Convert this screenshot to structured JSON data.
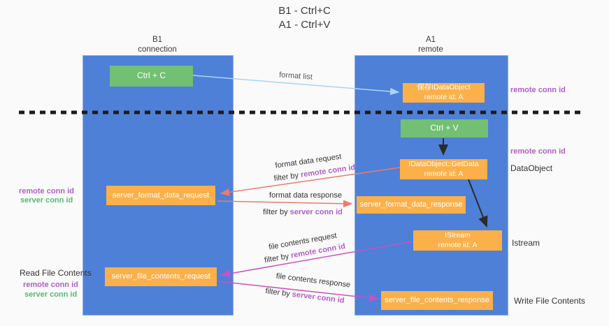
{
  "title": {
    "line1": "B1 - Ctrl+C",
    "line2": "A1 - Ctrl+V"
  },
  "columns": {
    "left": {
      "name": "B1",
      "role": "connection"
    },
    "right": {
      "name": "A1",
      "role": "remote"
    }
  },
  "nodes": {
    "ctrl_c": {
      "label": "Ctrl + C"
    },
    "ctrl_v": {
      "label": "Ctrl + V"
    },
    "save_dataobject": {
      "line1": "保存IDataObject",
      "line2": "remote id: A"
    },
    "getdata": {
      "line1": "IDataObject::GetData",
      "line2": "remote id: A"
    },
    "istream": {
      "line1": "IStream",
      "line2": "remote id: A"
    },
    "server_format_data_request": {
      "label": "server_format_data_request"
    },
    "server_format_data_response": {
      "label": "server_format_data_response"
    },
    "server_file_contents_request": {
      "label": "server_file_contents_request"
    },
    "server_file_contents_response": {
      "label": "server_file_contents_response"
    }
  },
  "arrows": {
    "format_list": {
      "label": "format list"
    },
    "format_data_request": {
      "label": "format data request",
      "filter_prefix": "filter by ",
      "filter_key": "remote conn id"
    },
    "format_data_response": {
      "label": "format data response",
      "filter_prefix": "filter by ",
      "filter_key": "server conn id"
    },
    "file_contents_request": {
      "label": "file contents request",
      "filter_prefix": "filter by ",
      "filter_key": "remote conn id"
    },
    "file_contents_response": {
      "label": "file contents response",
      "filter_prefix": "filter by ",
      "filter_key": "server conn id"
    }
  },
  "side_labels": {
    "right_top_remote_conn_id": "remote conn id",
    "right_mid_remote_conn_id": "remote conn id",
    "right_dataobject": "DataObject",
    "right_istream": "Istream",
    "right_write_file_contents": "Write File Contents",
    "left_mid_remote_conn_id": "remote conn id",
    "left_mid_server_conn_id": "server conn id",
    "left_read_file_contents": "Read File Contents",
    "left_bottom_remote_conn_id": "remote conn id",
    "left_bottom_server_conn_id": "server conn id"
  },
  "colors": {
    "column_blue": "#4e80d7",
    "node_green": "#72c073",
    "node_orange": "#fbb049",
    "accent_purple": "#b05fc6",
    "accent_green": "#56b871",
    "arrow_red": "#ee7a6e",
    "arrow_magenta": "#cd50c4",
    "arrow_light_blue": "#a9d4f3",
    "arrow_black": "#2b2b2b",
    "divider_black": "#1c1c1c"
  }
}
